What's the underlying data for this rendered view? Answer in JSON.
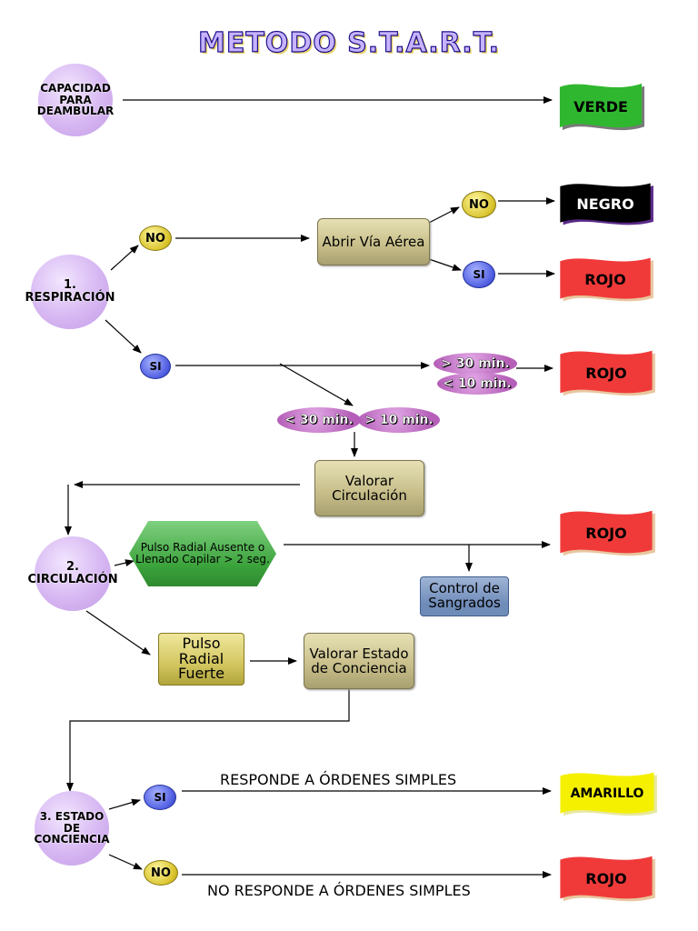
{
  "title": "METODO   S.T.A.R.T.",
  "colors": {
    "verde": "#2fb82f",
    "negro": "#000000",
    "rojo": "#f03a3a",
    "amarillo": "#f4f000",
    "circle": "#d7b7f2"
  },
  "step0": {
    "label": "CAPACIDAD PARA DEAMBULAR",
    "result": "VERDE"
  },
  "step1": {
    "label": "1. RESPIRACIÓN",
    "no": "NO",
    "si": "SI",
    "abrir_via": "Abrir Vía Aérea",
    "after_no": "NO",
    "after_si": "SI",
    "result_negro": "NEGRO",
    "result_rojo1": "ROJO",
    "gt30": "> 30 min.",
    "lt10": "< 10 min.",
    "result_rojo2": "ROJO",
    "lt30": "< 30 min.",
    "gt10": "> 10 min."
  },
  "valorar_circulacion": "Valorar Circulación",
  "step2": {
    "label": "2. CIRCULACIÓN",
    "pulso_ausente": "Pulso Radial Ausente o Llenado Capilar > 2 seg.",
    "result_rojo": "ROJO",
    "control_sangrados": "Control de Sangrados",
    "pulso_fuerte": "Pulso Radial Fuerte",
    "valorar_conciencia": "Valorar Estado de Conciencia"
  },
  "step3": {
    "label": "3. ESTADO DE CONCIENCIA",
    "si": "SI",
    "no": "NO",
    "responde": "RESPONDE A ÓRDENES SIMPLES",
    "no_responde": "NO RESPONDE A ÓRDENES SIMPLES",
    "result_amarillo": "AMARILLO",
    "result_rojo": "ROJO"
  }
}
